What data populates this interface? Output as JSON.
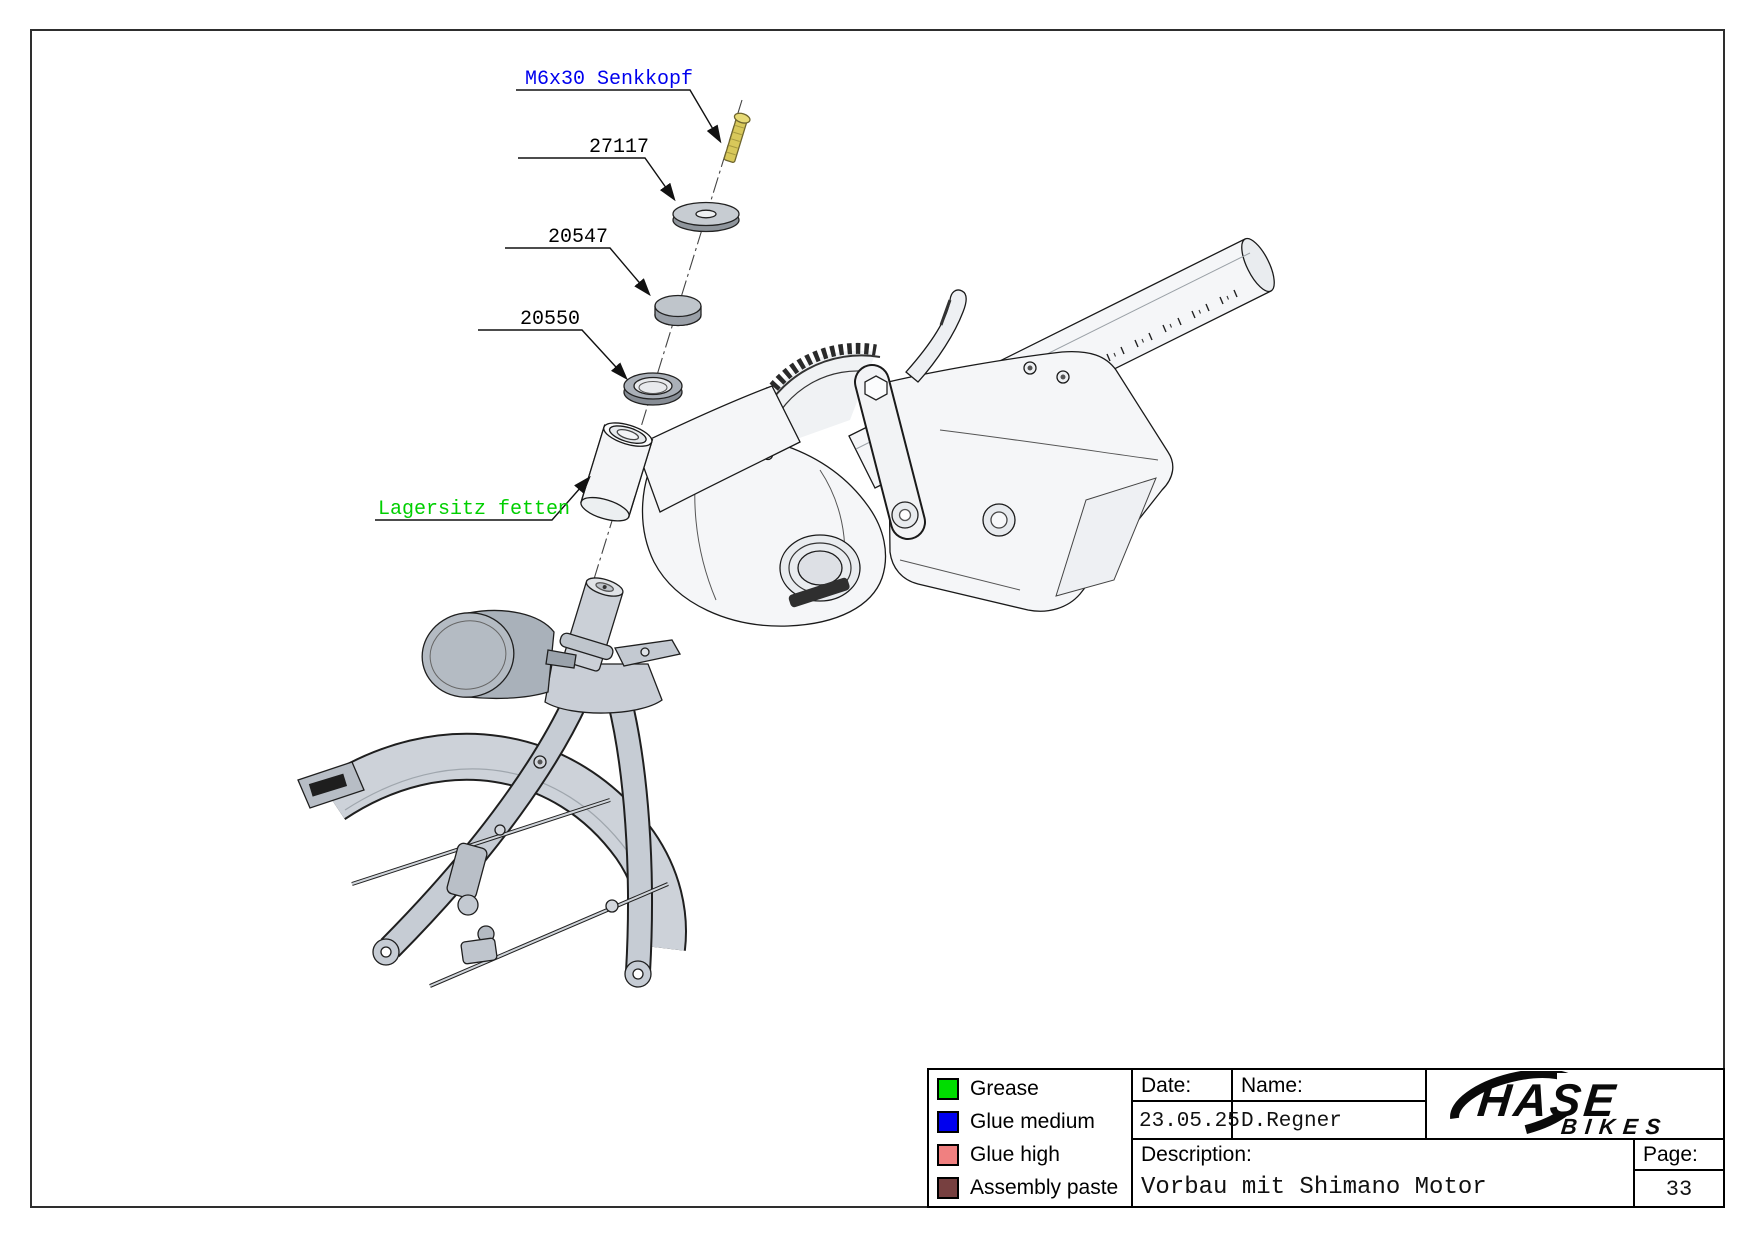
{
  "annotations": {
    "screw_label": {
      "text": "M6x30 Senkkopf",
      "color": "#0000ee"
    },
    "part_27117": {
      "text": "27117",
      "color": "#000000"
    },
    "part_20547": {
      "text": "20547",
      "color": "#000000"
    },
    "part_20550": {
      "text": "20550",
      "color": "#000000"
    },
    "grease_note": {
      "text": "Lagersitz fetten",
      "color": "#00cf00"
    }
  },
  "drawing": {
    "screw_color": "#d8c85a",
    "part_gray": "#c0c6cd",
    "assembly_white": "#f5f6f8",
    "fork_gray": "#c6ccd4"
  },
  "legend": {
    "items": [
      {
        "label": "Grease",
        "color": "#00dd00"
      },
      {
        "label": "Glue medium",
        "color": "#0000ee"
      },
      {
        "label": "Glue high",
        "color": "#f08080"
      },
      {
        "label": "Assembly paste",
        "color": "#774040"
      }
    ]
  },
  "titleblock": {
    "date_label": "Date:",
    "date_value": "23.05.25",
    "name_label": "Name:",
    "name_value": "D.Regner",
    "description_label": "Description:",
    "description_value": "Vorbau mit Shimano Motor",
    "page_label": "Page:",
    "page_value": "33"
  },
  "logo": {
    "brand_top": "HASE",
    "brand_bottom": "BIKES"
  }
}
